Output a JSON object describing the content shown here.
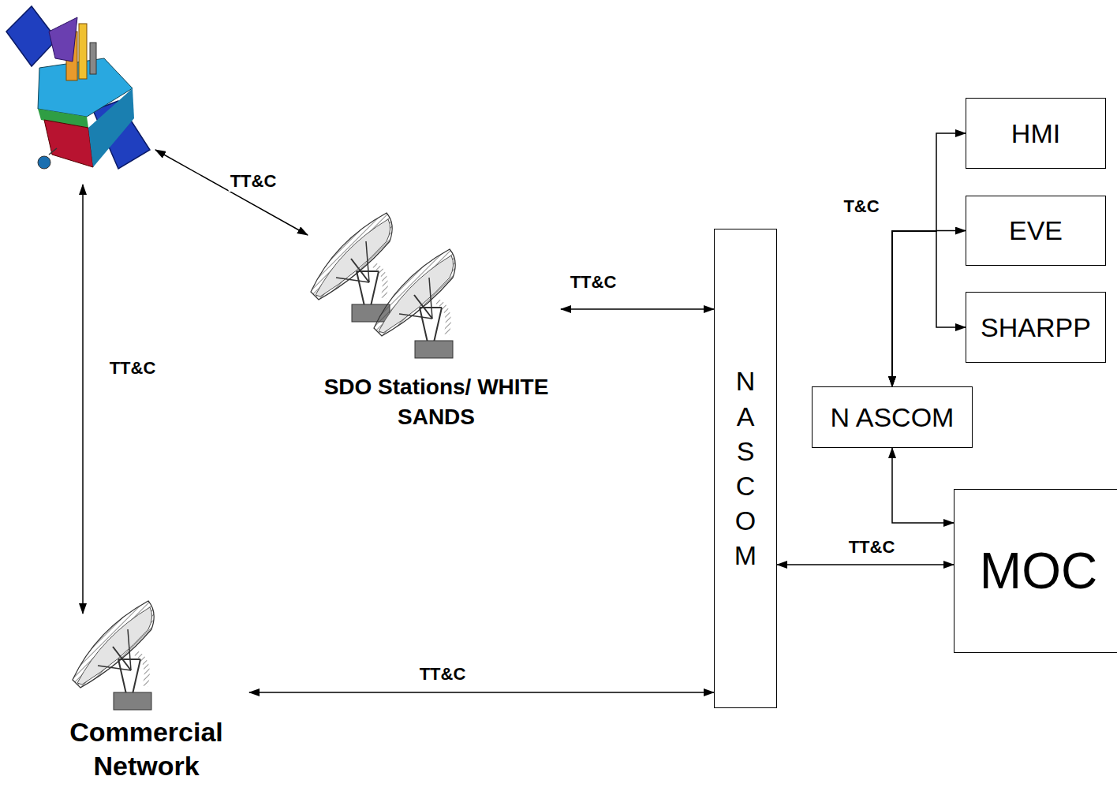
{
  "diagram": {
    "nodes": [
      {
        "text": [
          "SDO Stations/ WHITE SANDS"
        ]
      },
      {
        "text": [
          "Commercial Network"
        ]
      },
      {
        "text": [
          "NASCOM"
        ]
      },
      {
        "text": [
          "HMI"
        ]
      },
      {
        "text": [
          "EVE"
        ]
      },
      {
        "text": [
          "SHARPP"
        ]
      },
      {
        "text": [
          "N ASCOM"
        ]
      },
      {
        "text": [
          "MOC"
        ]
      }
    ],
    "edges": [
      {
        "from": 0,
        "to": 2,
        "label": "TT&C",
        "arrow": "both"
      },
      {
        "from": 1,
        "to": 2,
        "label": "TT&C",
        "arrow": "both"
      },
      {
        "from": 2,
        "to": 7,
        "label": "TT&C",
        "arrow": "both"
      },
      {
        "from": 6,
        "to": 7,
        "arrow": "both"
      },
      {
        "from": 6,
        "to": 3,
        "arrow": "both"
      },
      {
        "from": 6,
        "to": 4,
        "label": "T&C",
        "arrow": "both"
      },
      {
        "from": 6,
        "to": 5,
        "arrow": "both"
      }
    ],
    "labels": [
      "TT&C",
      "TT&C"
    ]
  }
}
